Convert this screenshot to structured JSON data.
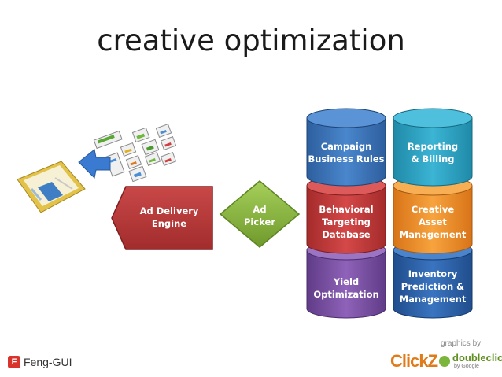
{
  "title": "creative optimization",
  "delivery": {
    "line1": "Ad Delivery",
    "line2": "Engine"
  },
  "picker": {
    "line1": "Ad",
    "line2": "Picker"
  },
  "cylinders": {
    "campaign": {
      "line1": "Campaign",
      "line2": "Business Rules",
      "color": "#3a73b8"
    },
    "reporting": {
      "line1": "Reporting",
      "line2": "& Billing",
      "color": "#2fa0c0"
    },
    "behavioral": {
      "line1": "Behavioral",
      "line2": "Targeting",
      "line3": "Database",
      "color": "#c53a3a"
    },
    "creative": {
      "line1": "Creative",
      "line2": "Asset",
      "line3": "Management",
      "color": "#f0902a"
    },
    "yield": {
      "line1": "Yield",
      "line2": "Optimization",
      "color": "#7a4fa3"
    },
    "inventory": {
      "line1": "Inventory",
      "line2": "Prediction &",
      "line3": "Management",
      "color": "#2a5ea8"
    }
  },
  "footer": {
    "feng_icon": "F",
    "feng": "Feng-GUI",
    "graphics_by": "graphics by",
    "clickz": "ClickZ",
    "doubleclick": "doubleclick",
    "by_google": "by Google"
  }
}
